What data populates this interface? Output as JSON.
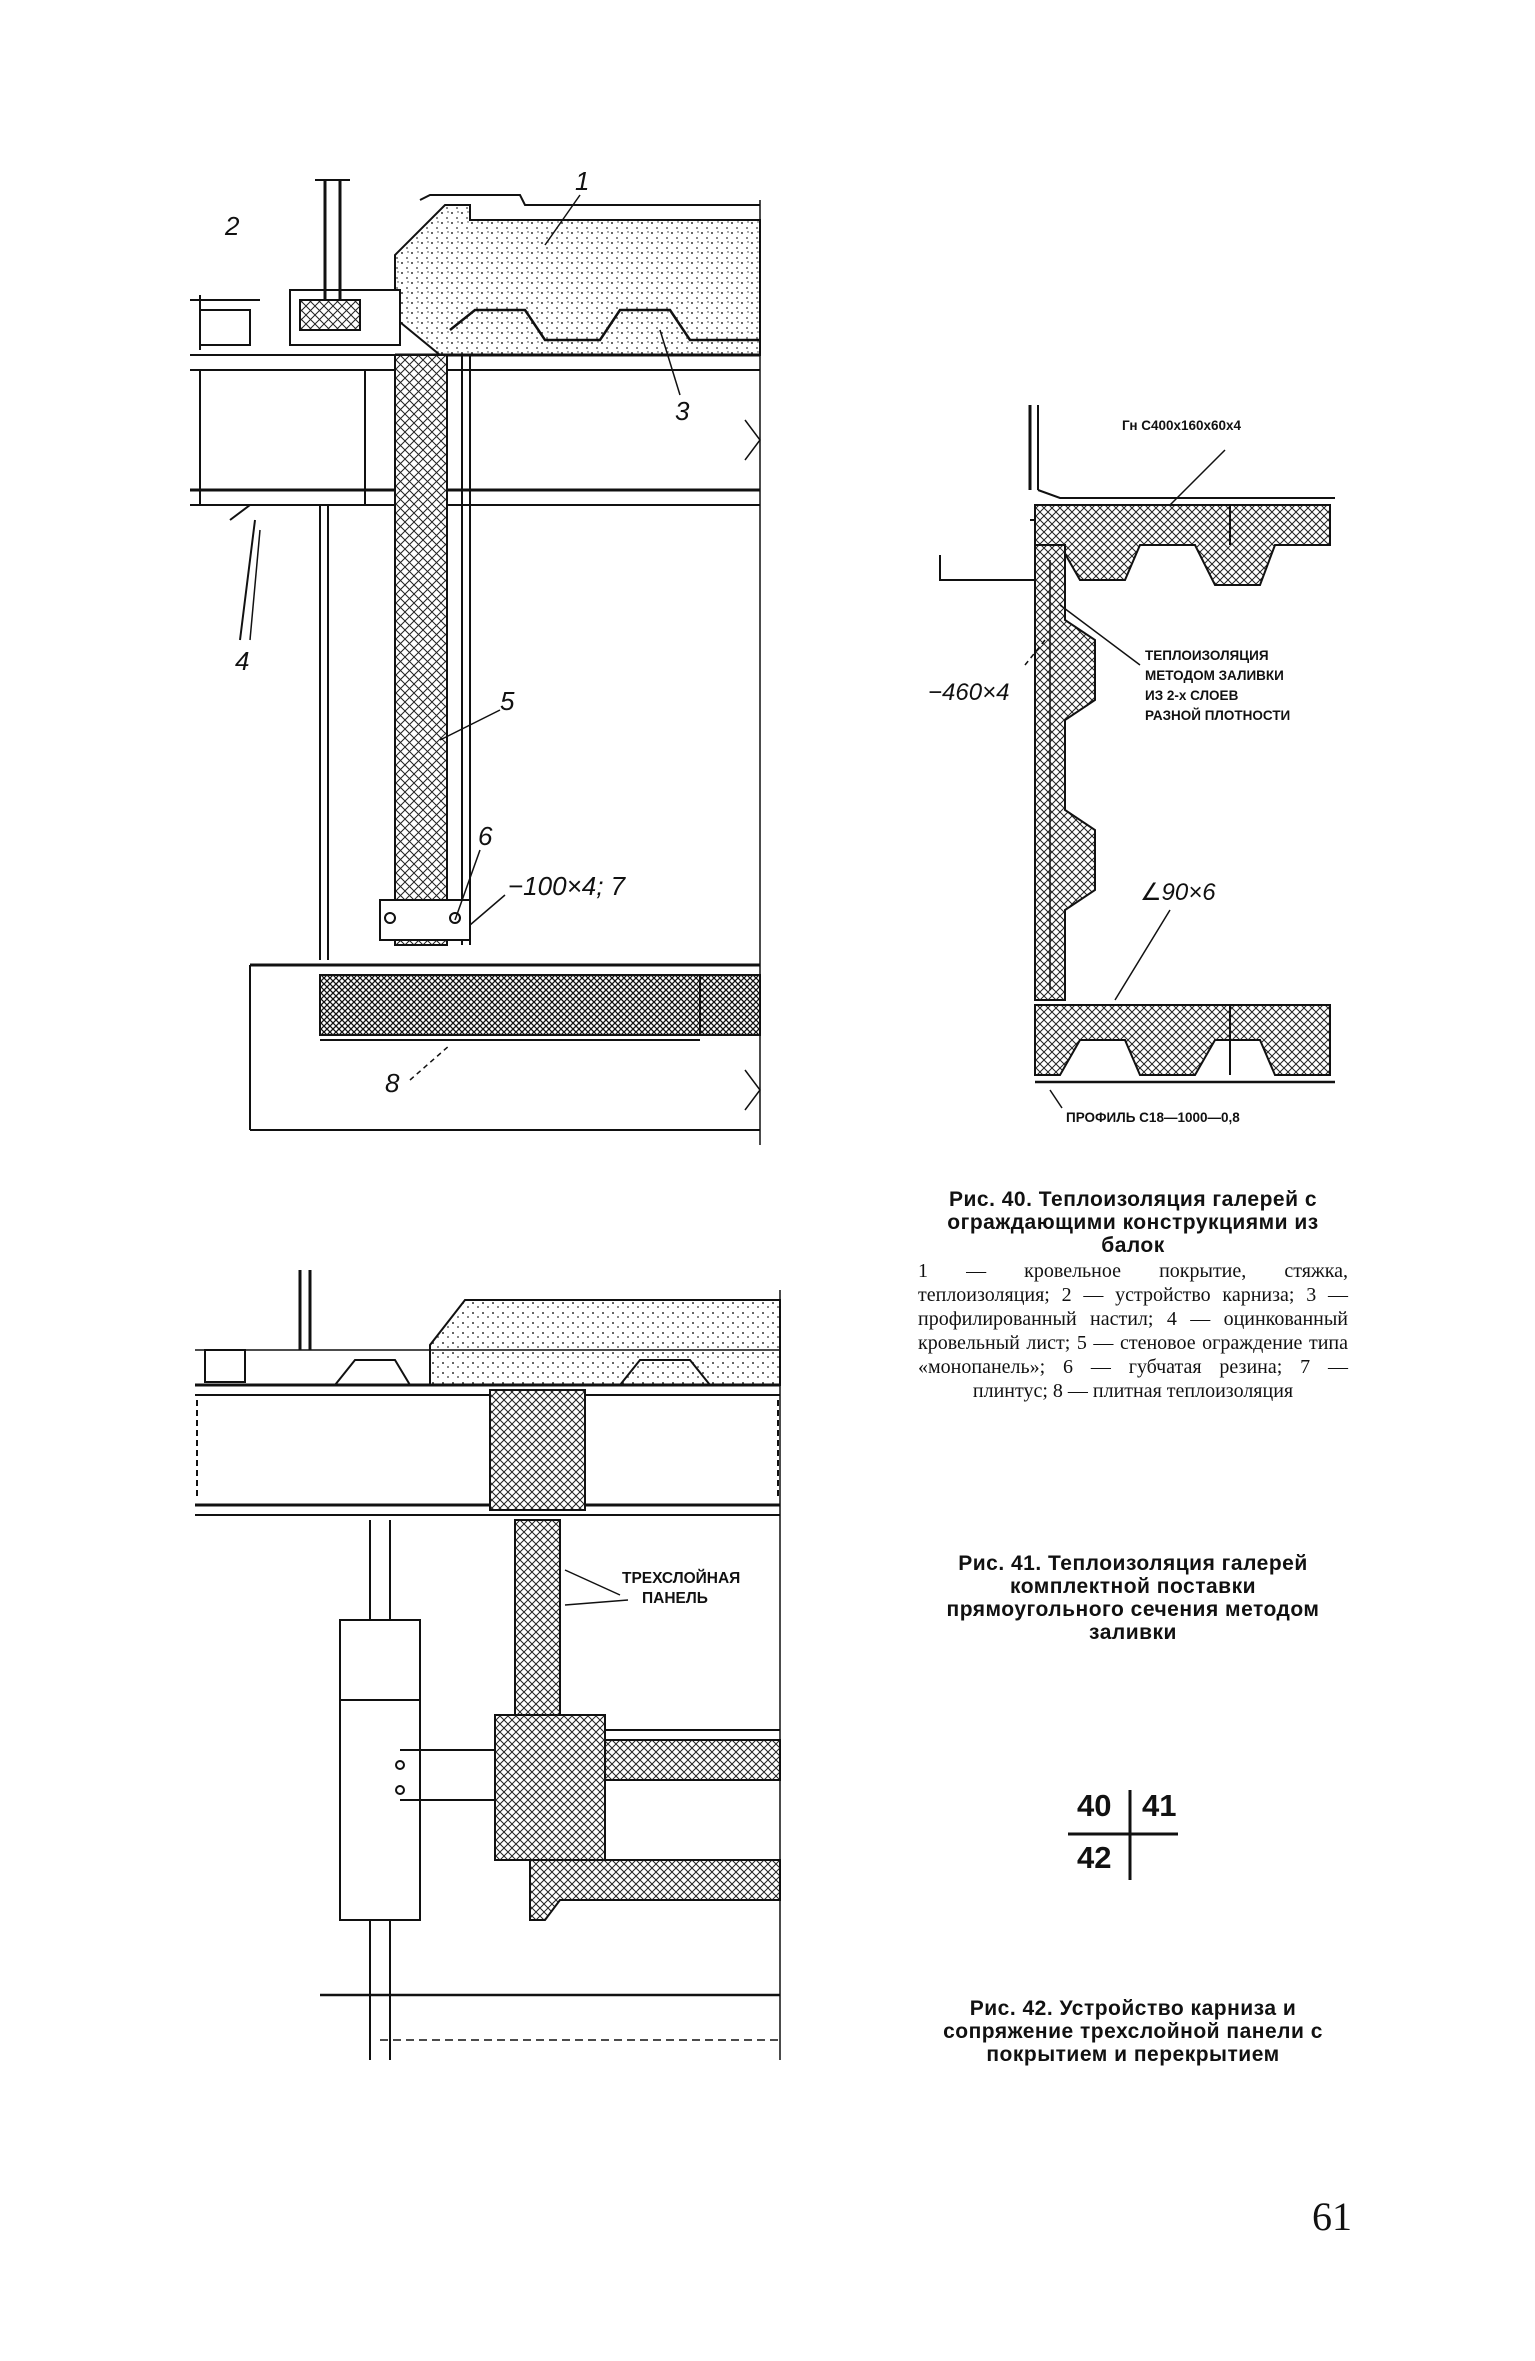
{
  "fig40": {
    "labels": [
      "1",
      "2",
      "3",
      "4",
      "5",
      "6",
      "−100×4; 7",
      "8"
    ],
    "title": "Рис. 40. Теплоизоляция галерей с ограждающими конструкциями из балок",
    "legend": "1 — кровельное покрытие, стяжка, теплоизоляция; 2 — устройство карниза; 3 — профилированный настил; 4 — оцинкованный кровельный лист; 5 — стеновое ограждение типа «монопанель»; 6 — губчатая резина; 7 — плинтус; 8 — плитная теплоизоляция"
  },
  "fig41": {
    "labels": {
      "beam": "Гн С400х160х60х4",
      "plate": "−460×4",
      "insulation": [
        "ТЕПЛОИЗОЛЯЦИЯ",
        "МЕТОДОМ ЗАЛИВКИ",
        "ИЗ 2-х СЛОЕВ",
        "РАЗНОЙ ПЛОТНОСТИ"
      ],
      "angle": "∠90×6",
      "profile": "ПРОФИЛЬ С18—1000—0,8"
    },
    "title": "Рис. 41. Теплоизоляция галерей комплектной поставки прямоугольного сечения методом заливки"
  },
  "fig42": {
    "labels": {
      "panel": [
        "ТРЕХСЛОЙНАЯ",
        "ПАНЕЛЬ"
      ]
    },
    "title": "Рис. 42. Устройство карниза и сопряжение трехслойной панели с покрытием и перекрытием"
  },
  "figure_index": {
    "top_left": "40",
    "top_right": "41",
    "bottom_left": "42"
  },
  "page_number": "61"
}
